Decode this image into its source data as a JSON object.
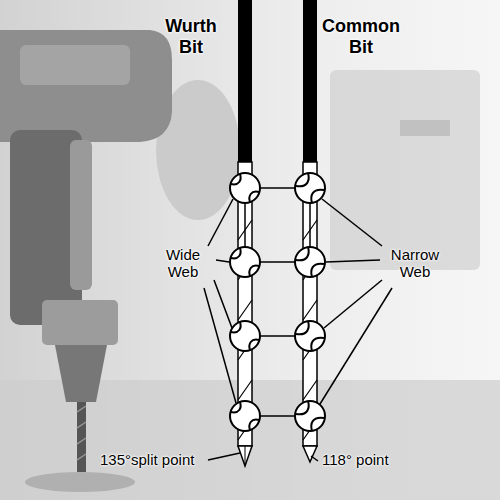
{
  "diagram": {
    "labels": [
      "Wurth Bit",
      "Common Bit",
      "Wide Web",
      "Narrow Web",
      "135°split point",
      "118° point"
    ]
  }
}
